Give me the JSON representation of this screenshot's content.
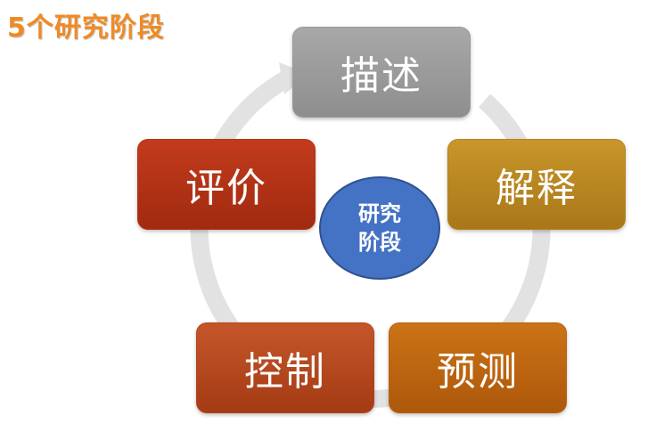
{
  "title": "5个研究阶段",
  "center": {
    "line1": "研究",
    "line2": "阶段"
  },
  "stages": [
    {
      "label": "描述"
    },
    {
      "label": "解释"
    },
    {
      "label": "预测"
    },
    {
      "label": "控制"
    },
    {
      "label": "评价"
    }
  ],
  "colors": {
    "title": "#f08a24",
    "cycle_ring": "#e2e2e2",
    "center": "#4472c4",
    "stage_describe": "#9b9b9b",
    "stage_explain": "#b8861f",
    "stage_predict": "#bd650f",
    "stage_control": "#b5481e",
    "stage_evaluate": "#b23216"
  }
}
